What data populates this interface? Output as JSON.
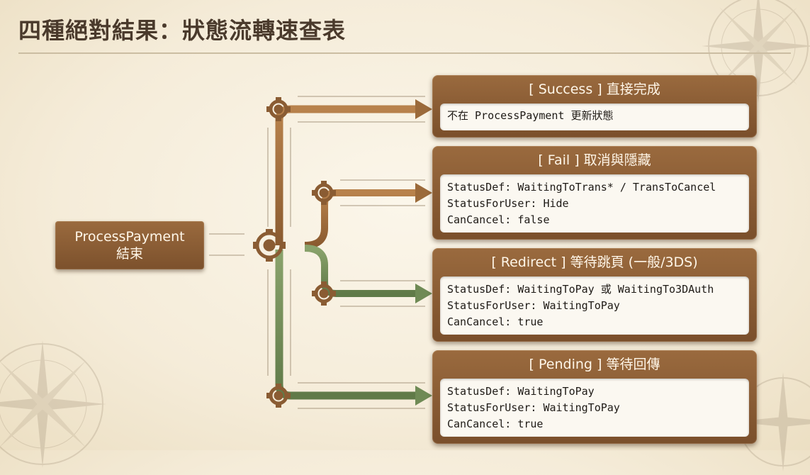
{
  "title": "四種絕對結果：狀態流轉速查表",
  "source": {
    "line1": "ProcessPayment",
    "line2": "結束"
  },
  "outcomes": [
    {
      "header": "[ Success ] 直接完成",
      "lines": [
        "不在 ProcessPayment 更新狀態"
      ]
    },
    {
      "header": "[ Fail ] 取消與隱藏",
      "lines": [
        "StatusDef: WaitingToTrans* / TransToCancel",
        "StatusForUser: Hide",
        "CanCancel: false"
      ]
    },
    {
      "header": "[ Redirect ] 等待跳頁 (一般/3DS)",
      "lines": [
        "StatusDef: WaitingToPay 或 WaitingTo3DAuth",
        "StatusForUser: WaitingToPay",
        "CanCancel: true"
      ]
    },
    {
      "header": "[ Pending ] 等待回傳",
      "lines": [
        "StatusDef: WaitingToPay",
        "StatusForUser: WaitingToPay",
        "CanCancel: true"
      ]
    }
  ],
  "colors": {
    "title": "#4a3a2c",
    "card_wood": "#8a5c33",
    "brown_track": "#9b6a3a",
    "green_track": "#6f8a55",
    "gear": "#8a5c33",
    "background": "#f5ecd9"
  },
  "icons": [
    "gear-icon",
    "compass-rose-icon",
    "arrow-right-icon"
  ]
}
